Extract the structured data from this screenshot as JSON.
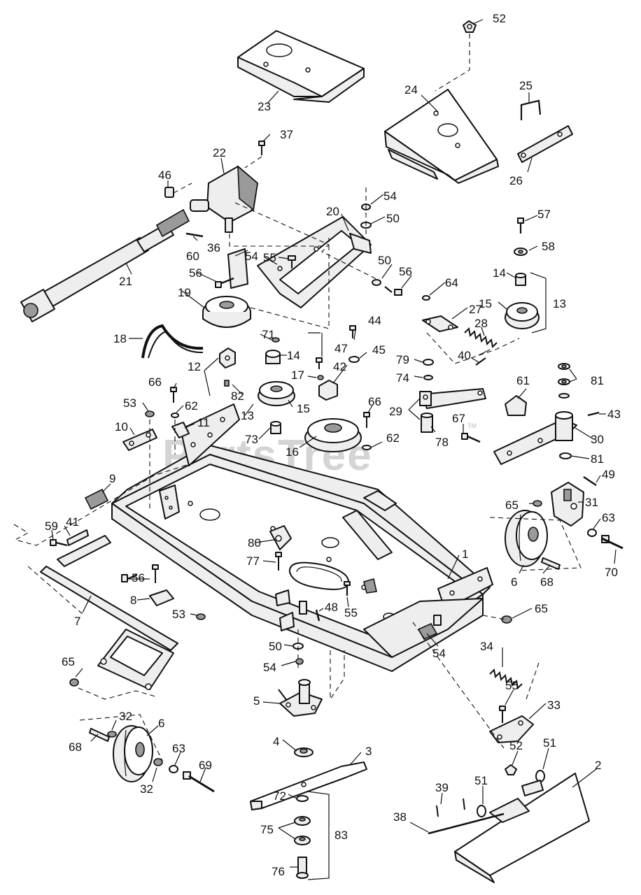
{
  "watermark": "PartsTree",
  "watermark_mark": "TM",
  "callouts": {
    "c1": "1",
    "c2": "2",
    "c3": "3",
    "c4": "4",
    "c5": "5",
    "c6a": "6",
    "c6b": "6",
    "c7": "7",
    "c8": "8",
    "c9": "9",
    "c10": "10",
    "c11": "11",
    "c12": "12",
    "c13a": "13",
    "c13b": "13",
    "c14a": "14",
    "c14b": "14",
    "c15a": "15",
    "c15b": "15",
    "c16": "16",
    "c17": "17",
    "c18": "18",
    "c19": "19",
    "c20": "20",
    "c21": "21",
    "c22": "22",
    "c23": "23",
    "c24": "24",
    "c25": "25",
    "c26": "26",
    "c27": "27",
    "c28": "28",
    "c29": "29",
    "c30": "30",
    "c31": "31",
    "c32a": "32",
    "c32b": "32",
    "c33": "33",
    "c34": "34",
    "c36": "36",
    "c37": "37",
    "c38": "38",
    "c39": "39",
    "c40": "40",
    "c41": "41",
    "c42": "42",
    "c43": "43",
    "c44": "44",
    "c45": "45",
    "c46": "46",
    "c47": "47",
    "c48": "48",
    "c49": "49",
    "c50a": "50",
    "c50b": "50",
    "c50c": "50",
    "c51a": "51",
    "c51b": "51",
    "c52a": "52",
    "c52b": "52",
    "c53a": "53",
    "c53b": "53",
    "c54a": "54",
    "c54b": "54",
    "c54c": "54",
    "c54d": "54",
    "c55a": "55",
    "c55b": "55",
    "c55c": "55",
    "c56a": "56",
    "c56b": "56",
    "c56c": "56",
    "c57": "57",
    "c58": "58",
    "c59": "59",
    "c60": "60",
    "c61": "61",
    "c62a": "62",
    "c62b": "62",
    "c63a": "63",
    "c63b": "63",
    "c64": "64",
    "c65a": "65",
    "c65b": "65",
    "c65c": "65",
    "c66a": "66",
    "c66b": "66",
    "c67": "67",
    "c68a": "68",
    "c68b": "68",
    "c69": "69",
    "c70": "70",
    "c71": "71",
    "c72": "72",
    "c73": "73",
    "c74": "74",
    "c75": "75",
    "c76": "76",
    "c77": "77",
    "c78": "78",
    "c79": "79",
    "c80": "80",
    "c81a": "81",
    "c81b": "81",
    "c82": "82",
    "c83": "83"
  }
}
